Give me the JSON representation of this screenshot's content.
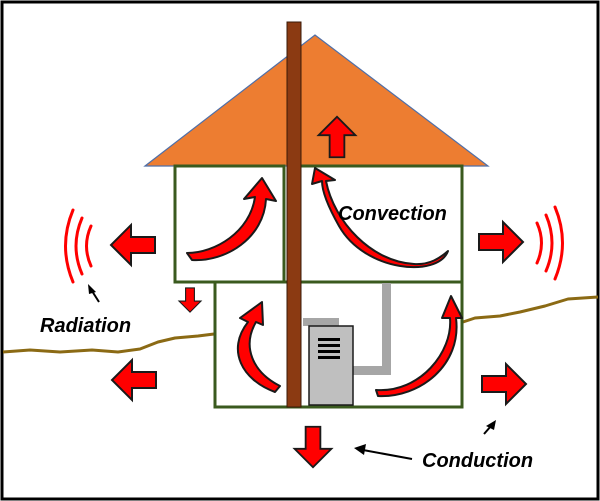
{
  "labels": {
    "convection": "Convection",
    "radiation": "Radiation",
    "conduction": "Conduction"
  },
  "colors": {
    "roof": "#ED7D31",
    "roof_outline": "#4F6FA8",
    "wall": "#3A5A1E",
    "arrow_fill": "#FF0000",
    "arrow_outline": "#1A1A1A",
    "chimney": "#8B3A12",
    "ground_line": "#8B6A14",
    "furnace": "#BFBFBF",
    "flue": "#A6A6A6",
    "radiation_waves": "#FF0000",
    "frame": "#000000"
  },
  "icons": {
    "heat_out": "block-arrow-icon",
    "air_flow": "curved-arrow-icon",
    "radiation": "radiation-waves-icon",
    "furnace": "furnace-icon",
    "chimney": "chimney-icon"
  }
}
